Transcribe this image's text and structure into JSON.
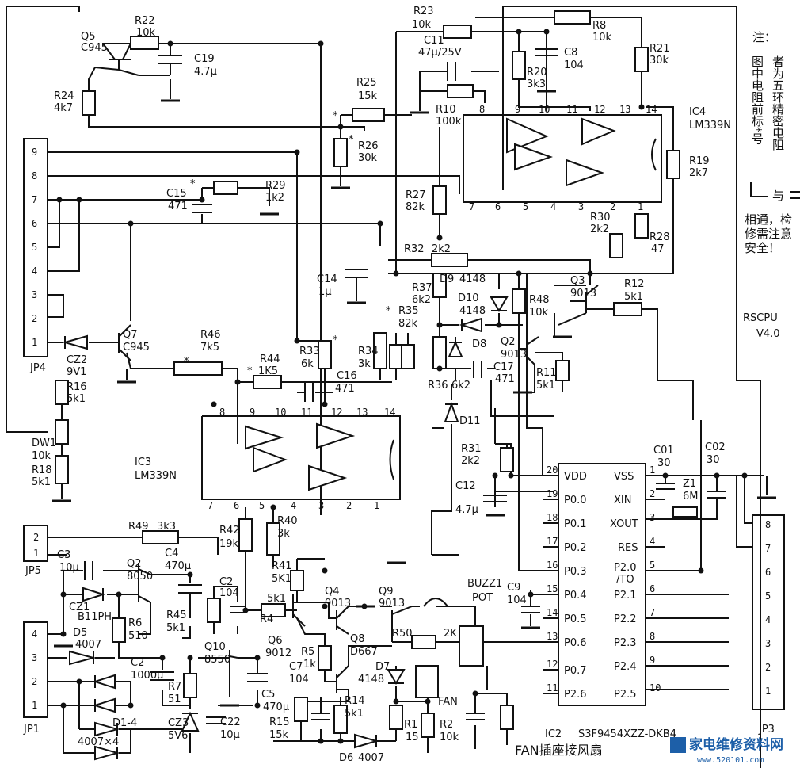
{
  "ic4": {
    "name": "IC4",
    "part": "LM339N"
  },
  "ic3": {
    "name": "IC3",
    "part": "LM339N"
  },
  "ic2": {
    "name": "IC2",
    "part": "S3F9454XZZ-DKB4"
  },
  "cpu_tag": {
    "line1": "RSCPU",
    "line2": "—V4.0"
  },
  "note": {
    "title": "注：",
    "col1": "图中电阻前标*号",
    "col2": "者为五环精密电阻",
    "line3": "与",
    "line4": "相通，检",
    "line5": "修需注意",
    "line6": "安全！"
  },
  "fan_note": "FAN插座接风扇",
  "watermark": {
    "text": "家电维修资料网",
    "sub": "www.520101.com"
  },
  "connectors": {
    "jp4": "JP4",
    "jp5": "JP5",
    "jp1": "JP1",
    "jp3": "JP3",
    "jp4_pins": [
      "9",
      "8",
      "7",
      "6",
      "5",
      "4",
      "3",
      "2",
      "1"
    ],
    "jp5_pins": [
      "2",
      "1"
    ],
    "jp1_pins": [
      "4",
      "3",
      "2",
      "1"
    ],
    "jp3_pins": [
      "8",
      "7",
      "6",
      "5",
      "4",
      "3",
      "2",
      "1"
    ]
  },
  "mcu_pins_left": [
    {
      "n": "20",
      "name": "VDD"
    },
    {
      "n": "19",
      "name": "P0.0"
    },
    {
      "n": "18",
      "name": "P0.1"
    },
    {
      "n": "17",
      "name": "P0.2"
    },
    {
      "n": "16",
      "name": "P0.3"
    },
    {
      "n": "15",
      "name": "P0.4"
    },
    {
      "n": "14",
      "name": "P0.5"
    },
    {
      "n": "13",
      "name": "P0.6"
    },
    {
      "n": "12",
      "name": "P0.7"
    },
    {
      "n": "11",
      "name": "P2.6"
    }
  ],
  "mcu_pins_right": [
    {
      "n": "1",
      "name": "VSS"
    },
    {
      "n": "2",
      "name": "XIN"
    },
    {
      "n": "3",
      "name": "XOUT"
    },
    {
      "n": "4",
      "name": "RES"
    },
    {
      "n": "5",
      "name": "P2.0"
    },
    {
      "n": "6",
      "name": "P2.1"
    },
    {
      "n": "7",
      "name": "P2.2"
    },
    {
      "n": "8",
      "name": "P2.3"
    },
    {
      "n": "9",
      "name": "P2.4"
    },
    {
      "n": "10",
      "name": "P2.5"
    }
  ],
  "mcu_to": "/TO",
  "ic4_pins_top": [
    "8",
    "9",
    "10",
    "11",
    "12",
    "13",
    "14"
  ],
  "ic4_pins_bottom": [
    "7",
    "6",
    "5",
    "4",
    "3",
    "2",
    "1"
  ],
  "ic3_pins_top": [
    "8",
    "9",
    "10",
    "11",
    "12",
    "13",
    "14"
  ],
  "ic3_pins_bottom": [
    "7",
    "6",
    "5",
    "4",
    "3",
    "2",
    "1"
  ],
  "parts": {
    "r22": "R22",
    "r22v": "10k",
    "q5": "Q5",
    "q5v": "C945",
    "r24": "R24",
    "r24v": "4k7",
    "c19": "C19",
    "c19v": "4.7μ",
    "r23": "R23",
    "r23v": "10k",
    "r8": "R8",
    "r8v": "10k",
    "c11": "C11",
    "c11v": "47μ/25V",
    "r20": "R20",
    "r20v": "3k3",
    "c8": "C8",
    "c8v": "104",
    "r21": "R21",
    "r21v": "30k",
    "r25": "R25",
    "r25v": "15k",
    "r10": "R10",
    "r10v": "100k",
    "r26": "R26",
    "r26v": "30k",
    "r19": "R19",
    "r19v": "2k7",
    "r29": "R29",
    "r29v": "1k2",
    "c15": "C15",
    "c15v": "471",
    "r27": "R27",
    "r27v": "82k",
    "r30": "R30",
    "r30v": "2k2",
    "r28": "R28",
    "r28v": "47",
    "r32": "R32",
    "r32v": "2k2",
    "c14": "C14",
    "c14v": "1μ",
    "d9": "D9",
    "d9v": "4148",
    "r37": "R37",
    "r37v": "6k2",
    "d10": "D10",
    "d10v": "4148",
    "r48": "R48",
    "r48v": "10k",
    "q3": "Q3",
    "q3v": "9013",
    "r12": "R12",
    "r12v": "5k1",
    "r35": "R35",
    "r35v": "82k",
    "d8": "D8",
    "q2": "Q2",
    "q2v": "9013",
    "q7": "Q7",
    "q7v": "C945",
    "r46": "R46",
    "r46v": "7k5",
    "r44": "R44",
    "r44v": "1K5",
    "r33": "R33",
    "r33v": "6k",
    "r34": "R34",
    "r34v": "3k",
    "c16": "C16",
    "c16v": "471",
    "c17": "C17",
    "c17v": "471",
    "r11": "R11",
    "r11v": "5k1",
    "r36": "R36",
    "r36v": "6k2",
    "d11": "D11",
    "cz2": "CZ2",
    "cz2v": "9V1",
    "r16": "R16",
    "r16v": "5k1",
    "dw1": "DW1",
    "dw1v": "10k",
    "r18": "R18",
    "r18v": "5k1",
    "r31": "R31",
    "r31v": "2k2",
    "c12": "C12",
    "c12v": "4.7μ",
    "c01": "C01",
    "c01v": "30",
    "c02": "C02",
    "c02v": "30",
    "z1": "Z1",
    "z1v": "6M",
    "r49": "R49",
    "r49v": "3k3",
    "r42": "R42",
    "r42v": "19k",
    "r40": "R40",
    "r40v": "3k",
    "c3": "C3",
    "c3v": "10μ",
    "q2b": "Q2",
    "q2bv": "8050",
    "c4": "C4",
    "c4v": "470μ",
    "cz1": "CZ1",
    "cz1v": "B11PH",
    "r6": "R6",
    "r6v": "510",
    "r45": "R45",
    "r45v": "5k1",
    "c2a": "C2",
    "c2av": "104",
    "r41": "R41",
    "r41v": "5K1",
    "r4": "R4",
    "r4v": "5k1",
    "q4": "Q4",
    "q4v": "9013",
    "q9": "Q9",
    "q9v": "9013",
    "buzz": "BUZZ1",
    "pot": "POT",
    "c9": "C9",
    "c9v": "104",
    "d5": "D5",
    "d5v": "4007",
    "q10": "Q10",
    "q10v": "8550",
    "q6": "Q6",
    "q6v": "9012",
    "r5": "R5",
    "r5v": "1k",
    "q8": "Q8",
    "q8v": "D667",
    "r50": "R50",
    "r50v": "2K",
    "c2b": "C2",
    "c2bv": "1000μ",
    "r7": "R7",
    "r7v": "51",
    "c7": "C7",
    "c7v": "104",
    "d7": "D7",
    "d7v": "4148",
    "c5": "C5",
    "c5v": "470μ",
    "r14": "R14",
    "r14v": "5k1",
    "fan": "FAN",
    "d14": "D1-4",
    "d14v": "4007×4",
    "cz3": "CZ3",
    "cz3v": "5V6",
    "c22": "C22",
    "c22v": "10μ",
    "r15": "R15",
    "r15v": "15k",
    "r1": "R1",
    "r1v": "15",
    "r2": "R2",
    "r2v": "10k",
    "d6": "D6",
    "d6v": "4007",
    "star": "*"
  }
}
